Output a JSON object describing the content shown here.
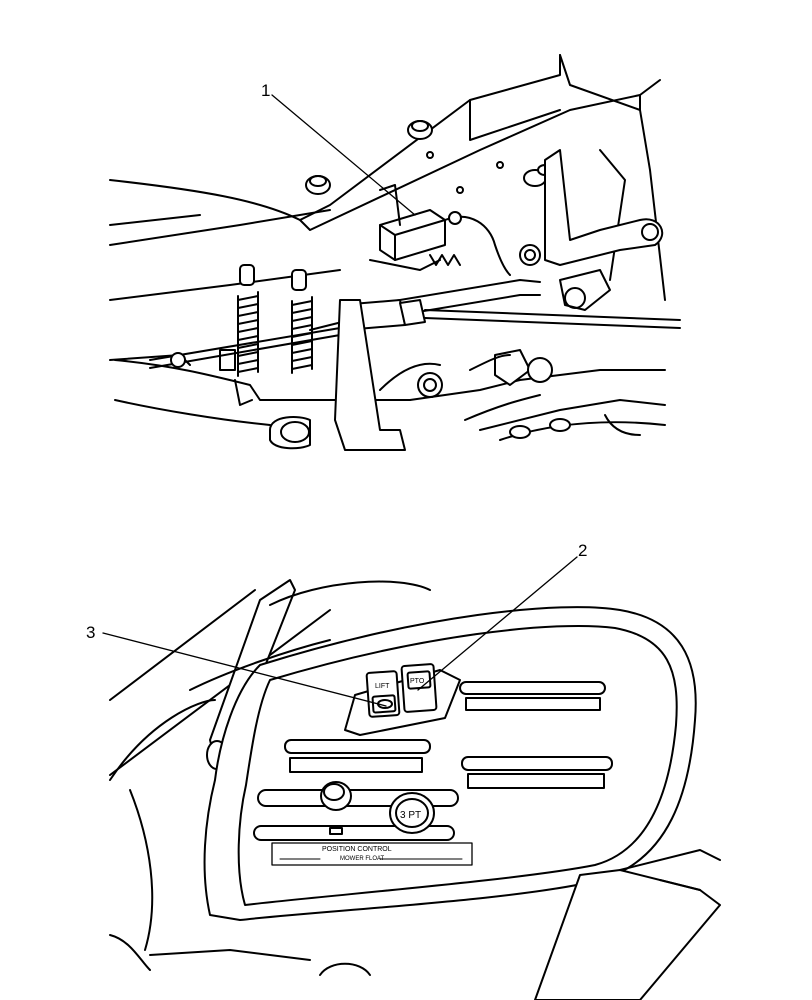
{
  "callouts": {
    "c1": "1",
    "c2": "2",
    "c3": "3"
  },
  "panel": {
    "knob_label": "3 PT",
    "decal_title": "POSITION CONTROL",
    "decal_sub": "MOWER FLOAT",
    "switch_left_label": "LIFT",
    "switch_right_label": "PTO"
  }
}
